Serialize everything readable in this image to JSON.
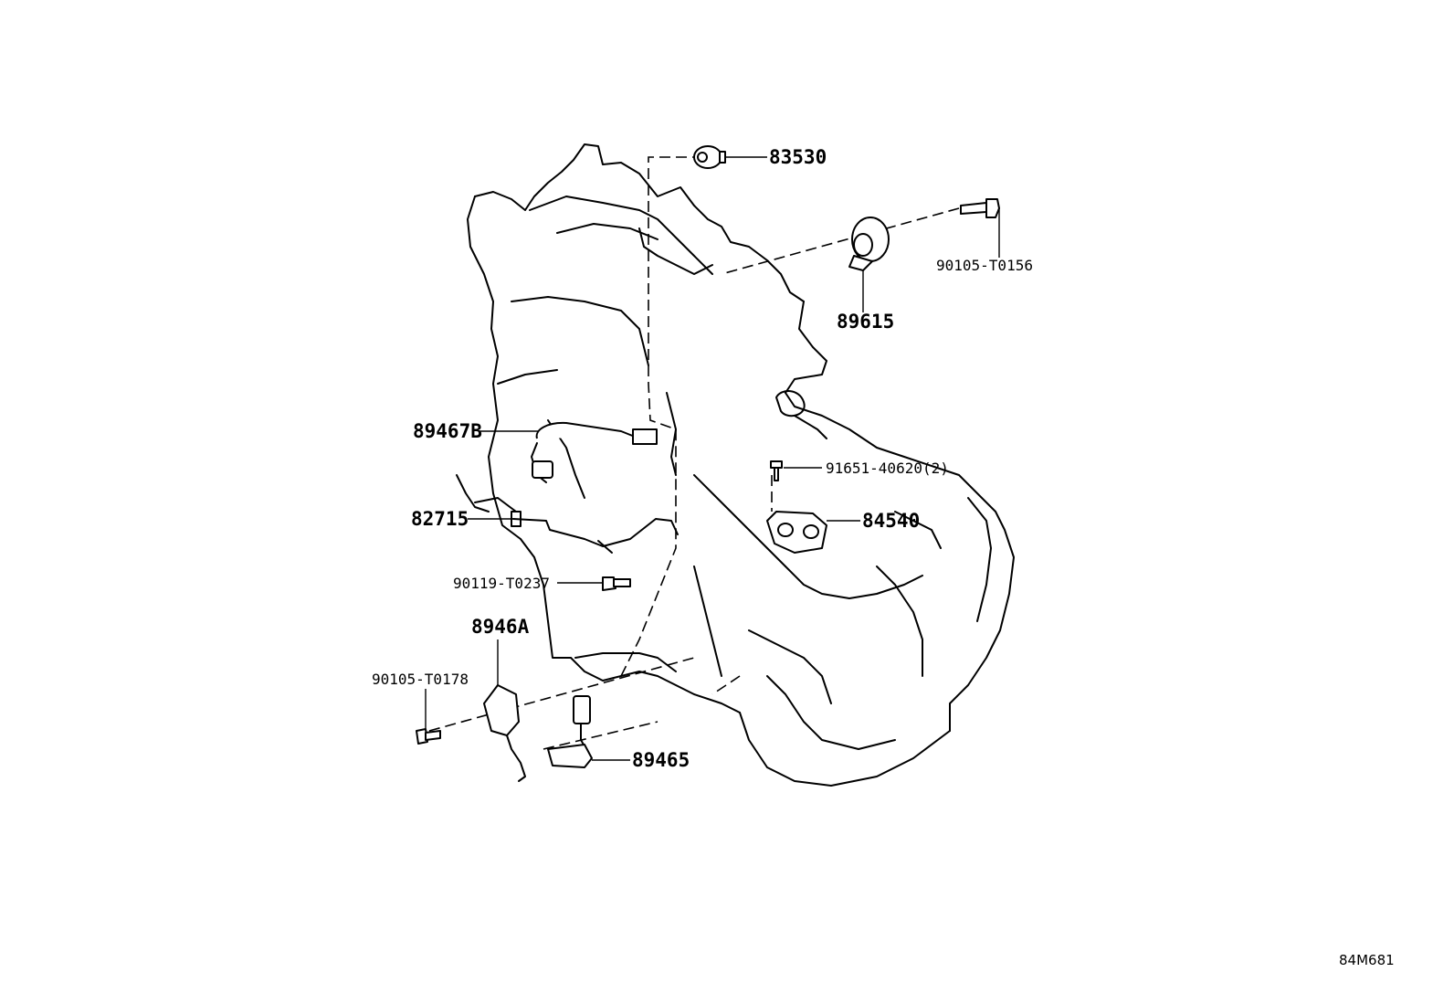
{
  "parts": {
    "p83530": "83530",
    "p90105_T0156": "90105-T0156",
    "p89615": "89615",
    "p89467B": "89467B",
    "p91651": "91651-40620(2)",
    "p82715": "82715",
    "p84540": "84540",
    "p90119": "90119-T0237",
    "p8946A": "8946A",
    "p90105_T0178": "90105-T0178",
    "p89465": "89465"
  },
  "diagram_code": "84M681"
}
